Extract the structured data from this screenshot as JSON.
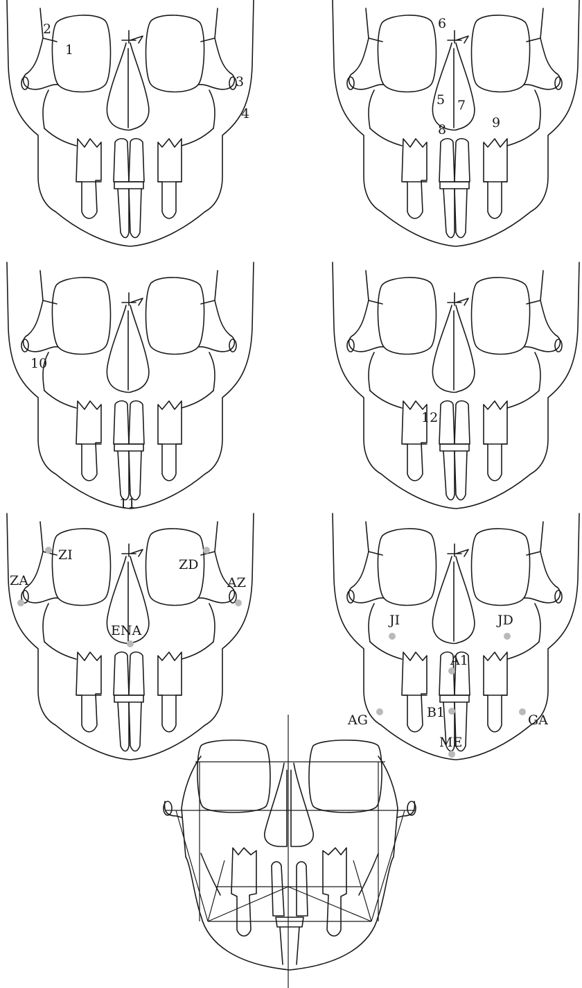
{
  "panels": [
    {
      "id": "p1",
      "labels": [
        "2",
        "1",
        "3",
        "4"
      ]
    },
    {
      "id": "p2",
      "labels": [
        "6",
        "5",
        "7",
        "8",
        "9"
      ]
    },
    {
      "id": "p3",
      "labels": [
        "10",
        "11"
      ]
    },
    {
      "id": "p4",
      "labels": [
        "12"
      ]
    },
    {
      "id": "p5",
      "labels": [
        "ZI",
        "ZD",
        "ZA",
        "AZ",
        "ENA"
      ]
    },
    {
      "id": "p6",
      "labels": [
        "JI",
        "JD",
        "A1",
        "B1",
        "AG",
        "GA",
        "ME"
      ]
    },
    {
      "id": "p7",
      "labels": []
    }
  ],
  "colors": {
    "line": "#1a1a1a",
    "landmark": "#b9b9b9",
    "background": "#ffffff"
  }
}
